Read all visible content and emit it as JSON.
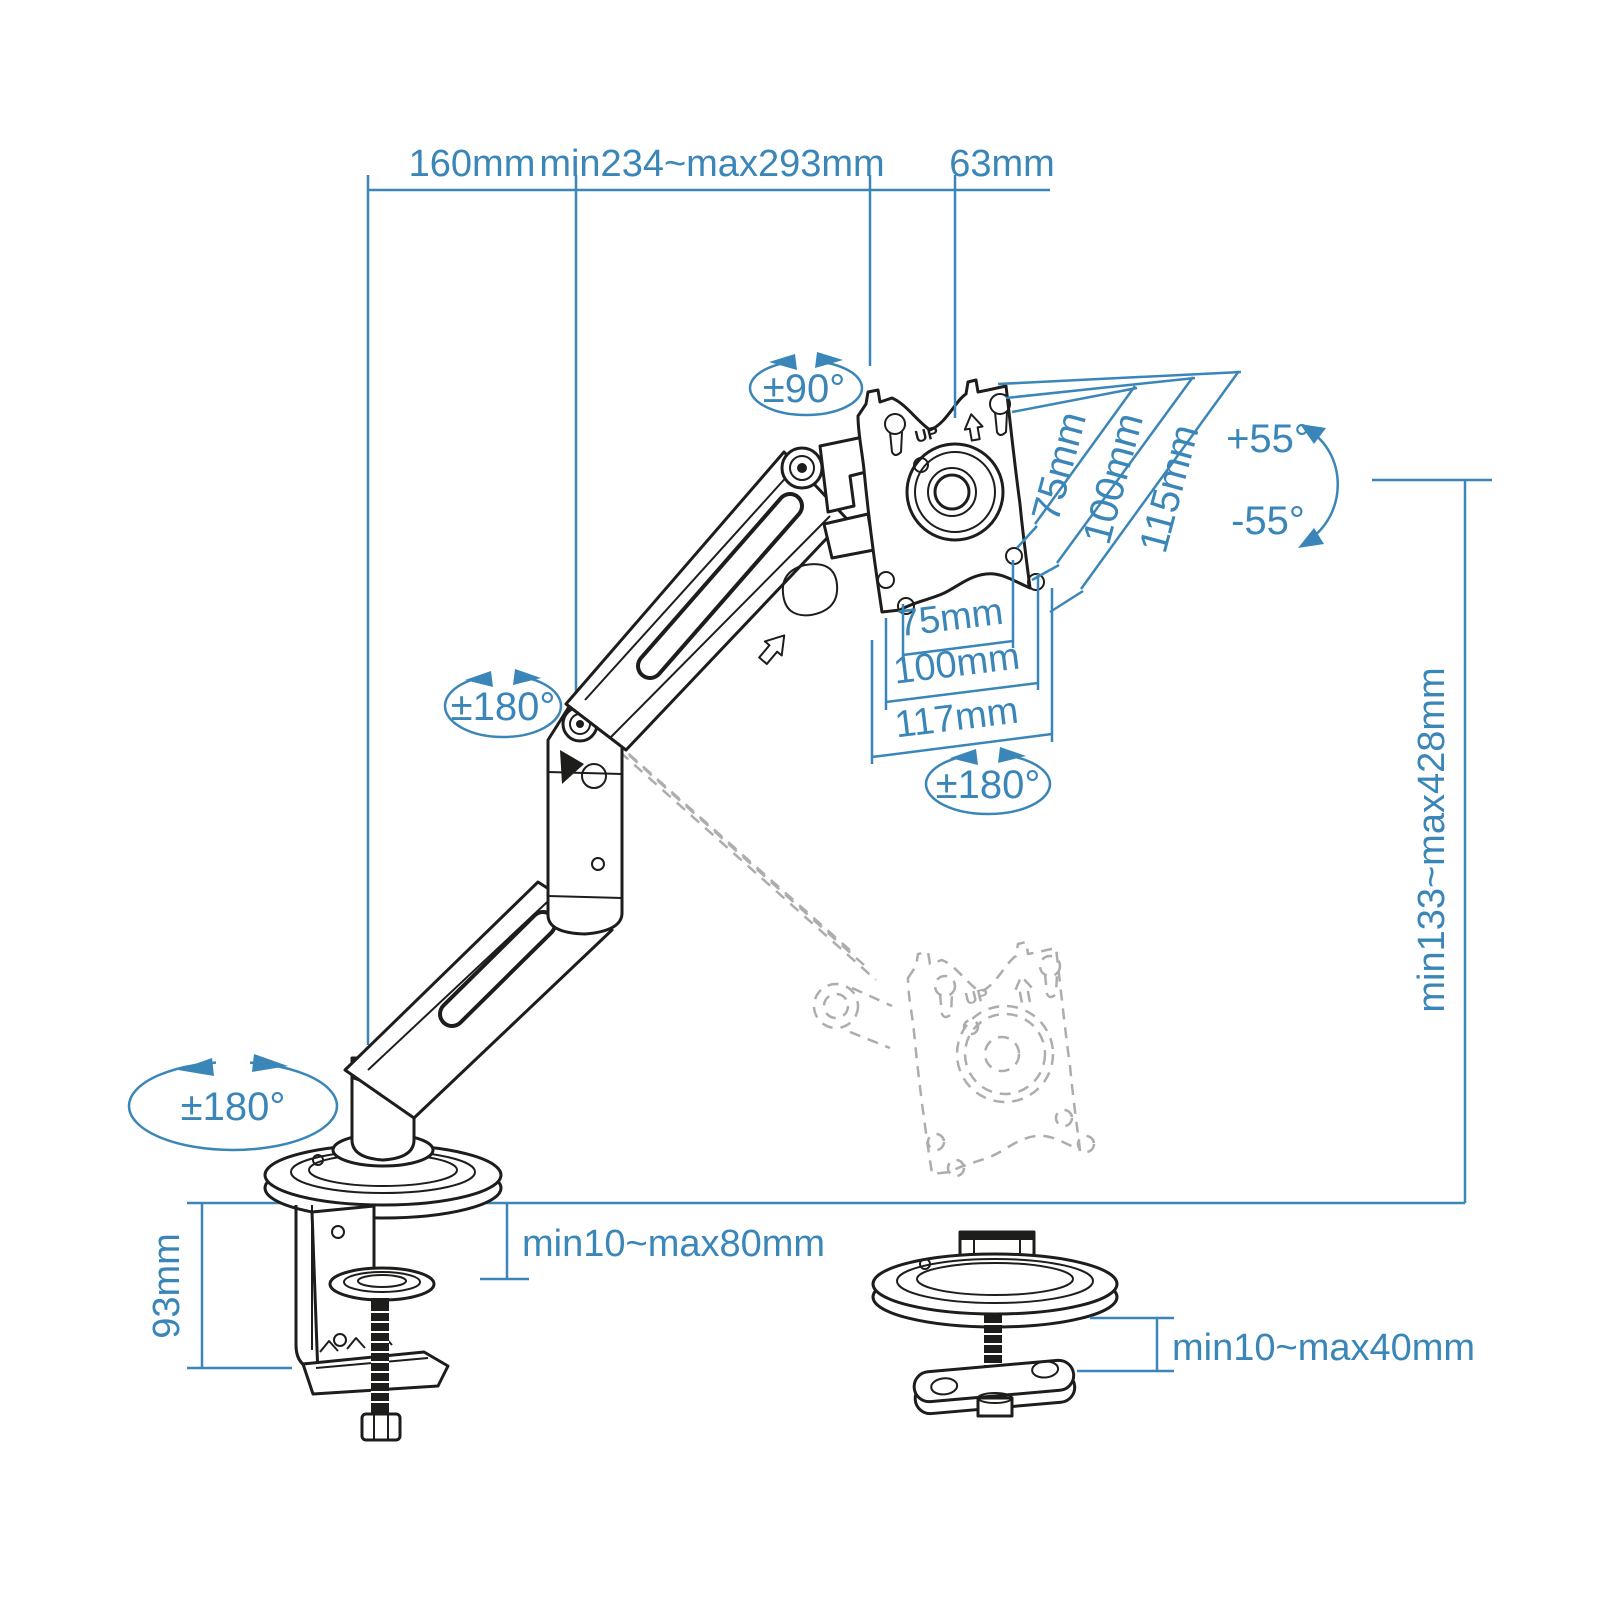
{
  "colors": {
    "dimension_blue": "#3a86b8",
    "artwork_black": "#1d1d1b",
    "ghost_gray": "#adadad",
    "background": "#ffffff"
  },
  "labels": {
    "top_dims": {
      "base_to_elbow": "160mm",
      "elbow_reach": "min234~max293mm",
      "head_offset": "63mm"
    },
    "vesa_plate_vertical": {
      "v75": "75mm",
      "v100": "100mm",
      "v115": "115mm"
    },
    "vesa_plate_horizontal": {
      "h75": "75mm",
      "h100": "100mm",
      "h117": "117mm"
    },
    "height_range": "min133~max428mm",
    "clamp_height": "93mm",
    "clamp_desk_thickness": "min10~max80mm",
    "grommet_desk_thickness": "min10~max40mm",
    "rotations": {
      "head_swivel": "±90°",
      "elbow_swivel": "±180°",
      "vesa_rotation": "±180°",
      "base_swivel": "±180°",
      "tilt_up": "+55°",
      "tilt_down": "-55°"
    },
    "up_marking": "UP"
  }
}
